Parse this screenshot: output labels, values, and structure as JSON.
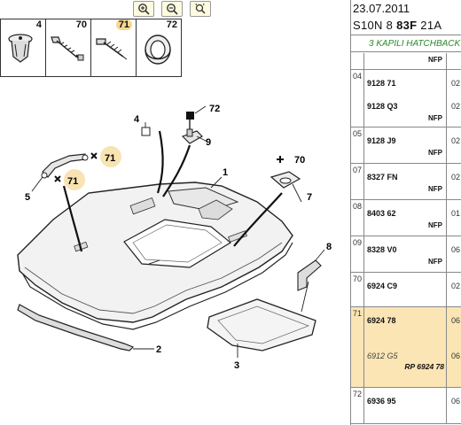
{
  "toolbar": {
    "zoom_in_icon": "magnifier-plus-icon",
    "zoom_out_icon": "magnifier-minus-icon",
    "fit_icon": "magnifier-arrows-icon"
  },
  "fasteners": [
    {
      "number": "4",
      "icon": "push-rivet-icon"
    },
    {
      "number": "70",
      "icon": "screw-icon"
    },
    {
      "number": "71",
      "icon": "self-tapping-screw-icon"
    },
    {
      "number": "72",
      "icon": "washer-icon"
    }
  ],
  "callouts": {
    "c1": "1",
    "c2": "2",
    "c3": "3",
    "c4": "4",
    "c5": "5",
    "c7": "7",
    "c8": "8",
    "c9": "9",
    "c70": "70",
    "c71a": "71",
    "c71b": "71",
    "c72": "72"
  },
  "header": {
    "date": "23.07.2011",
    "ref_prefix": "S10N 8 ",
    "ref_bold": "83F",
    "ref_suffix": " 21A",
    "variant": "3 KAPILI HATCHBACK"
  },
  "parts": [
    {
      "group": "",
      "lines": [
        {
          "text": "",
          "nfp": "NFP",
          "qty": ""
        }
      ]
    },
    {
      "group": "04",
      "lines": [
        {
          "text": "9128 71",
          "nfp": "",
          "qty": "02"
        },
        {
          "text": "9128 Q3",
          "nfp": "NFP",
          "qty": "02"
        }
      ]
    },
    {
      "group": "05",
      "lines": [
        {
          "text": "9128 J9",
          "nfp": "NFP",
          "qty": "02"
        }
      ]
    },
    {
      "group": "07",
      "lines": [
        {
          "text": "8327 FN",
          "nfp": "NFP",
          "qty": "02"
        }
      ]
    },
    {
      "group": "08",
      "lines": [
        {
          "text": "8403 62",
          "nfp": "NFP",
          "qty": "01"
        }
      ]
    },
    {
      "group": "09",
      "lines": [
        {
          "text": "8328 V0",
          "nfp": "NFP",
          "qty": "06"
        }
      ]
    },
    {
      "group": "70",
      "lines": [
        {
          "text": "6924 C9",
          "nfp": "",
          "qty": "02"
        }
      ]
    },
    {
      "group": "71",
      "lines": [
        {
          "text": "6924 78",
          "nfp": "",
          "qty": "06"
        },
        {
          "text": "6912 G5",
          "nfp": "",
          "qty": "06",
          "italic": true,
          "rp": "RP 6924 78"
        }
      ]
    },
    {
      "group": "72",
      "lines": [
        {
          "text": "6936 95",
          "nfp": "",
          "qty": "06"
        }
      ]
    }
  ]
}
